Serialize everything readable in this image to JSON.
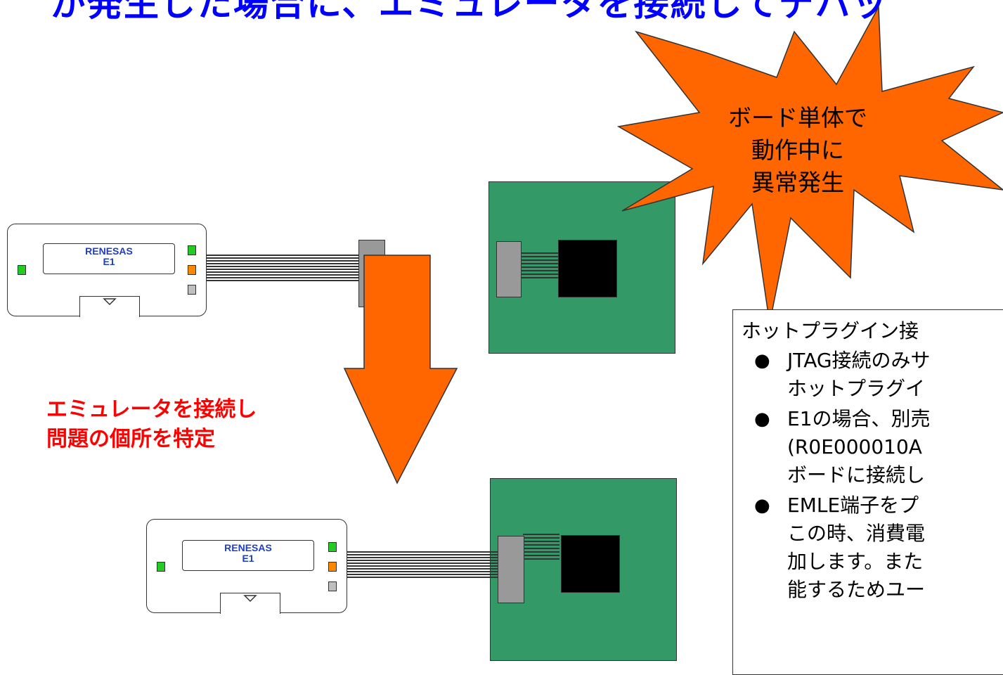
{
  "title": "が発生した場合に、エミュレータを接続してデバッ",
  "emulator_top": {
    "brand": "RENESAS",
    "model": "E1"
  },
  "emulator_bottom": {
    "brand": "RENESAS",
    "model": "E1"
  },
  "arrow_label": [
    "エミュレータを接続し",
    "問題の個所を特定"
  ],
  "burst": [
    "ボード単体で",
    "動作中に",
    "異常発生"
  ],
  "note": {
    "heading": "ホットプラグイン接",
    "items": [
      [
        "JTAG接続のみサ",
        "ホットプラグイ"
      ],
      [
        "E1の場合、別売",
        "(R0E000010A",
        "ボードに接続し"
      ],
      [
        "EMLE端子をプ",
        "この時、消費電",
        "加します。また",
        "能するためユー"
      ]
    ]
  },
  "colors": {
    "title": "#0000ff",
    "arrow": "#ff6600",
    "burst": "#ff6600",
    "board": "#339966",
    "arrow_label": "#ff0000"
  }
}
